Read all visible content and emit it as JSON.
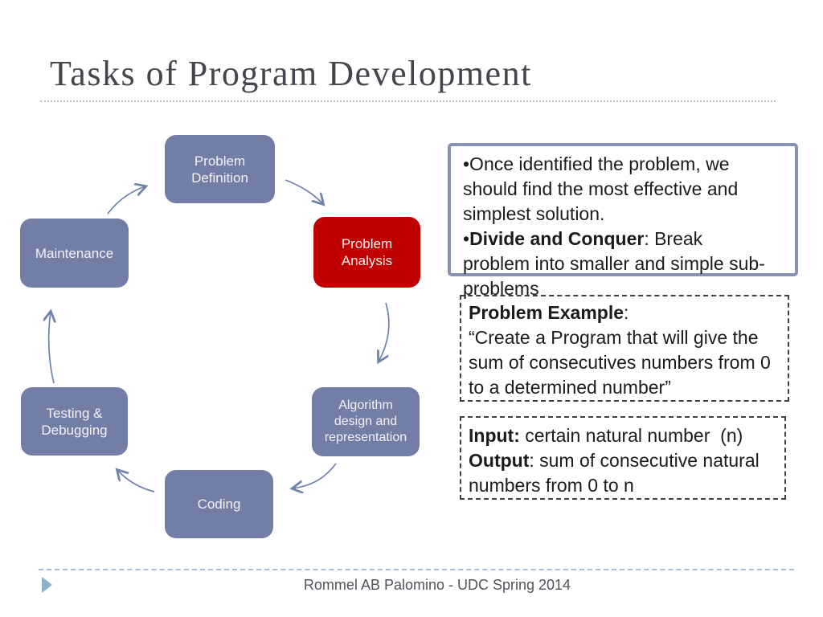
{
  "slide": {
    "title": "Tasks of Program Development",
    "footer": "Rommel AB Palomino - UDC Spring 2014"
  },
  "colors": {
    "node_blue": "#737EA6",
    "node_red": "#C00000",
    "arrow": "#7081AA",
    "title_text": "#45454D",
    "body_text": "#1B1B1B",
    "solution_box_border": "#8792B5",
    "dashed_box_border": "#404040",
    "footer_accent": "#8FADCC",
    "footer_text": "#52525C"
  },
  "diagram": {
    "nodes": [
      {
        "id": "problem-definition",
        "lines": [
          "Problem",
          "Definition"
        ]
      },
      {
        "id": "problem-analysis",
        "lines": [
          "Problem",
          "Analysis"
        ]
      },
      {
        "id": "algorithm-design",
        "lines": [
          "Algorithm",
          "design and",
          "representation"
        ]
      },
      {
        "id": "coding",
        "lines": [
          "Coding"
        ]
      },
      {
        "id": "testing-debugging",
        "lines": [
          "Testing &",
          "Debugging"
        ]
      },
      {
        "id": "maintenance",
        "lines": [
          "Maintenance"
        ]
      }
    ]
  },
  "notes": {
    "solution_box": {
      "line1": "•Once identified the problem, we",
      "line2": "should find the most effective and",
      "line3": "simplest solution.",
      "line4_bullet": "•",
      "line4_bold": "Divide and Conquer",
      "line4_rest": ": Break",
      "line5": "problem into smaller and simple sub-",
      "line6": "problems"
    },
    "example_box": {
      "line1_bold": "Problem Example",
      "line1_rest": ":",
      "line2": "“Create a Program that will give the",
      "line3": "sum of consecutives numbers from 0",
      "line4": "to a determined number”"
    },
    "io_box": {
      "line1_bold": "Input:",
      "line1_rest": " certain natural number  (n)",
      "line2_bold": "Output",
      "line2_rest": ": sum of consecutive natural",
      "line3": "numbers from 0 to n"
    }
  }
}
